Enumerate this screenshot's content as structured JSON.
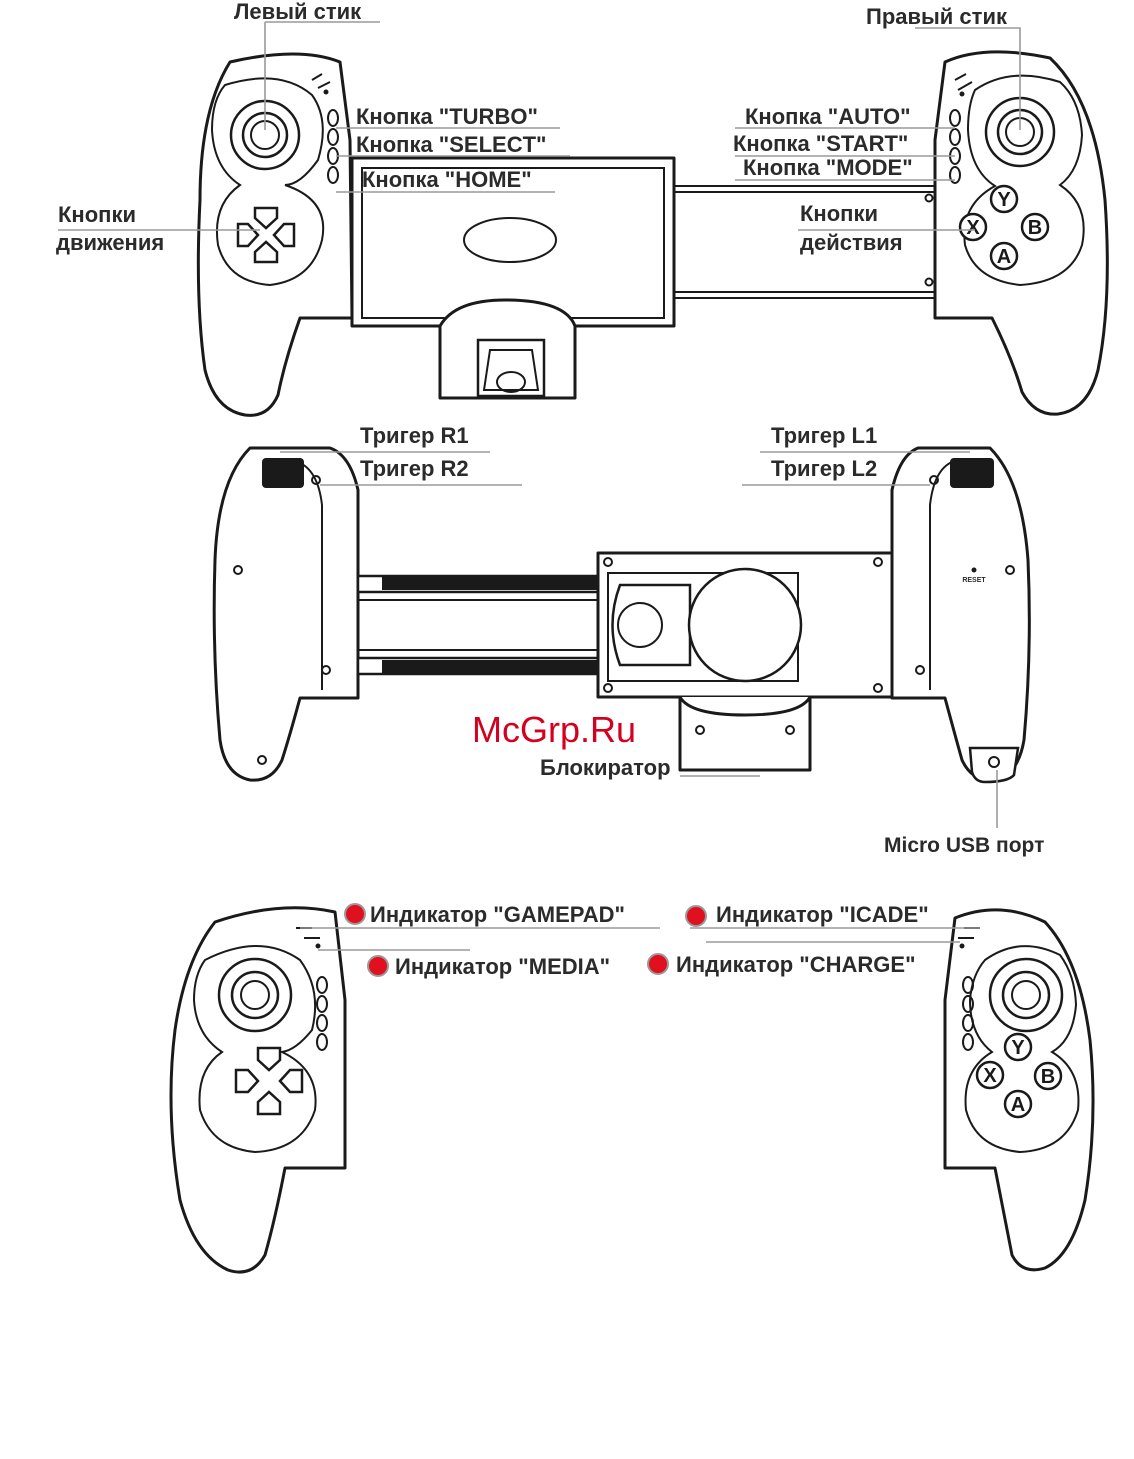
{
  "labels": {
    "left_stick": "Левый стик",
    "right_stick": "Правый стик",
    "turbo": "Кнопка \"TURBO\"",
    "select": "Кнопка \"SELECT\"",
    "home": "Кнопка \"HOME\"",
    "auto": "Кнопка \"AUTO\"",
    "start": "Кнопка \"START\"",
    "mode": "Кнопка \"MODE\"",
    "movement_1": "Кнопки",
    "movement_2": "движения",
    "action_1": "Кнопки",
    "action_2": "действия",
    "trigger_r1": "Тригер R1",
    "trigger_r2": "Тригер R2",
    "trigger_l1": "Тригер L1",
    "trigger_l2": "Тригер L2",
    "lock": "Блокиратор",
    "micro_usb": "Micro USB порт",
    "ind_gamepad": "Индикатор \"GAMEPAD\"",
    "ind_icade": "Индикатор \"ICADE\"",
    "ind_media": "Индикатор \"MEDIA\"",
    "ind_charge": "Индикатор \"CHARGE\""
  },
  "face_buttons": {
    "y": "Y",
    "x": "X",
    "b": "B",
    "a": "A"
  },
  "reset_label": "RESET",
  "watermark": "McGrp.Ru",
  "colors": {
    "indicator": "#e0101e",
    "watermark": "#d4001f",
    "line": "#1a1a1a"
  }
}
